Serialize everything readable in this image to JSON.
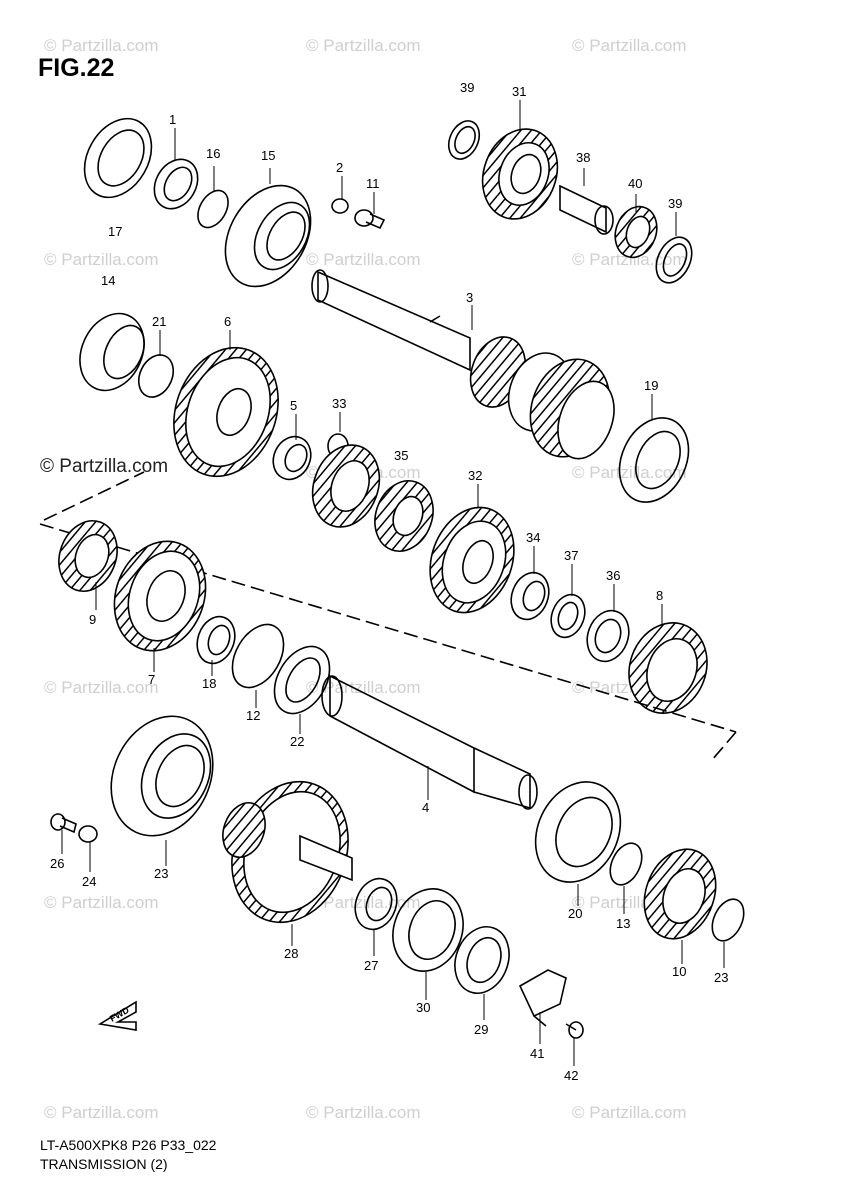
{
  "figure": {
    "title": "FIG.22",
    "code": "LT-A500XPK8 P26 P33_022",
    "name": "TRANSMISSION (2)",
    "fwd_label": "FWD"
  },
  "watermark": {
    "text": "© Partzilla.com",
    "primary_text": "© Partzilla.com"
  },
  "callouts": [
    "1",
    "2",
    "3",
    "4",
    "5",
    "6",
    "7",
    "8",
    "9",
    "10",
    "11",
    "12",
    "13",
    "14",
    "15",
    "16",
    "17",
    "18",
    "19",
    "20",
    "21",
    "22",
    "23",
    "23",
    "24",
    "26",
    "27",
    "28",
    "29",
    "30",
    "31",
    "32",
    "33",
    "34",
    "35",
    "36",
    "37",
    "38",
    "39",
    "39",
    "40",
    "41",
    "42"
  ],
  "colors": {
    "line": "#000000",
    "watermark": "#cfcfcf",
    "background": "#ffffff"
  }
}
